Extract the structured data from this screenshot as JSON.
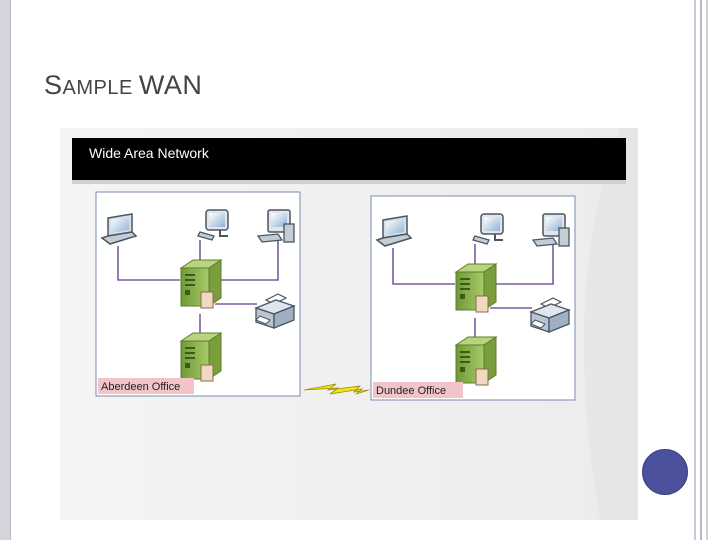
{
  "slide": {
    "title_first": "S",
    "title_small": "AMPLE ",
    "title_last": "WAN"
  },
  "diagram": {
    "header": "Wide Area Network",
    "offices": [
      {
        "label": "Aberdeen Office"
      },
      {
        "label": "Dundee Office"
      }
    ],
    "colors": {
      "header_bg": "#000000",
      "link": "#7b5ba3",
      "server_green": "#8bb04a",
      "label_bg": "#f2c3c9",
      "wan_bolt": "#f0e020",
      "accent_circle": "#4b519c"
    }
  }
}
